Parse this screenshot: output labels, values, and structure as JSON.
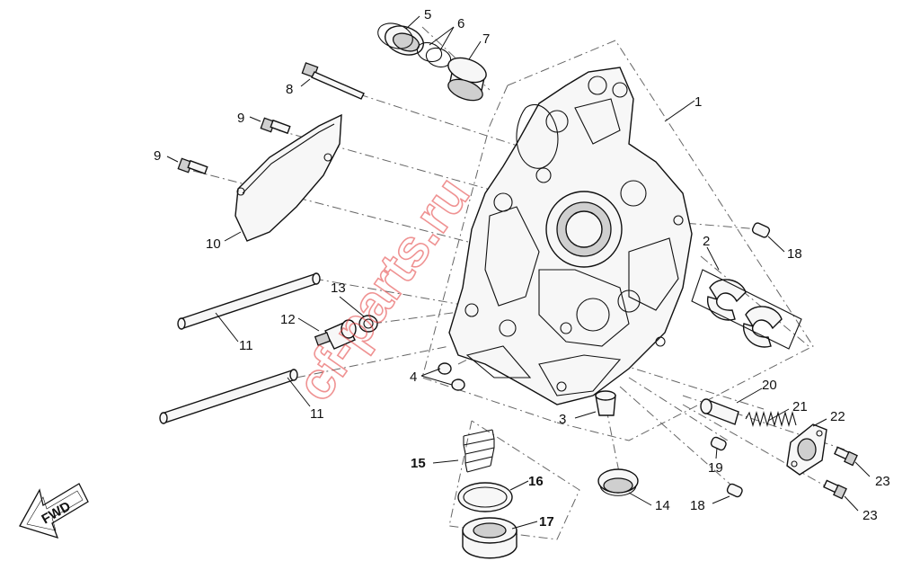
{
  "watermark": "cf-parts.ru",
  "direction_arrow": "FWD",
  "labels": {
    "l1": "1",
    "l2": "2",
    "l3": "3",
    "l4": "4",
    "l5": "5",
    "l6": "6",
    "l7": "7",
    "l8": "8",
    "l9a": "9",
    "l9b": "9",
    "l10": "10",
    "l11a": "11",
    "l11b": "11",
    "l12": "12",
    "l13": "13",
    "l14": "14",
    "l15": "15",
    "l16": "16",
    "l17": "17",
    "l18a": "18",
    "l18b": "18",
    "l19": "19",
    "l20": "20",
    "l21": "21",
    "l22": "22",
    "l23a": "23",
    "l23b": "23"
  }
}
